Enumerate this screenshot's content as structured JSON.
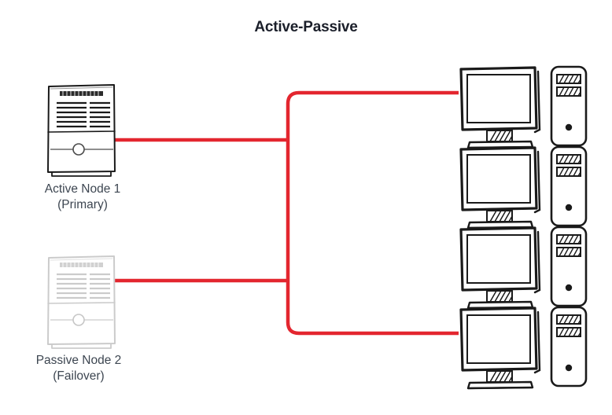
{
  "diagram": {
    "title": "Active-Passive",
    "type": "high-availability-cluster-topology",
    "accent_color": "#e3262f",
    "active_stroke_color": "#1a1a1a",
    "passive_stroke_color": "#c9c9c9",
    "title_color": "#1b1f2a",
    "caption_color": "#3d4651",
    "background_color": "#ffffff"
  },
  "nodes": {
    "active": {
      "label_line1": "Active Node 1",
      "label_line2": "(Primary)",
      "caption": "Active Node 1\n(Primary)",
      "state": "active"
    },
    "passive": {
      "label_line1": "Passive Node 2",
      "label_line2": "(Failover)",
      "caption": "Passive Node 2\n(Failover)",
      "state": "passive"
    }
  },
  "clients": [
    {
      "index": 1,
      "name": "client-workstation-1"
    },
    {
      "index": 2,
      "name": "client-workstation-2"
    },
    {
      "index": 3,
      "name": "client-workstation-3"
    },
    {
      "index": 4,
      "name": "client-workstation-4"
    }
  ],
  "links": {
    "active_to_bus": "red-horizontal-link",
    "passive_to_bus": "red-horizontal-link",
    "bus": "red-vertical-bus",
    "client_chain": "red-vertical-connector"
  }
}
